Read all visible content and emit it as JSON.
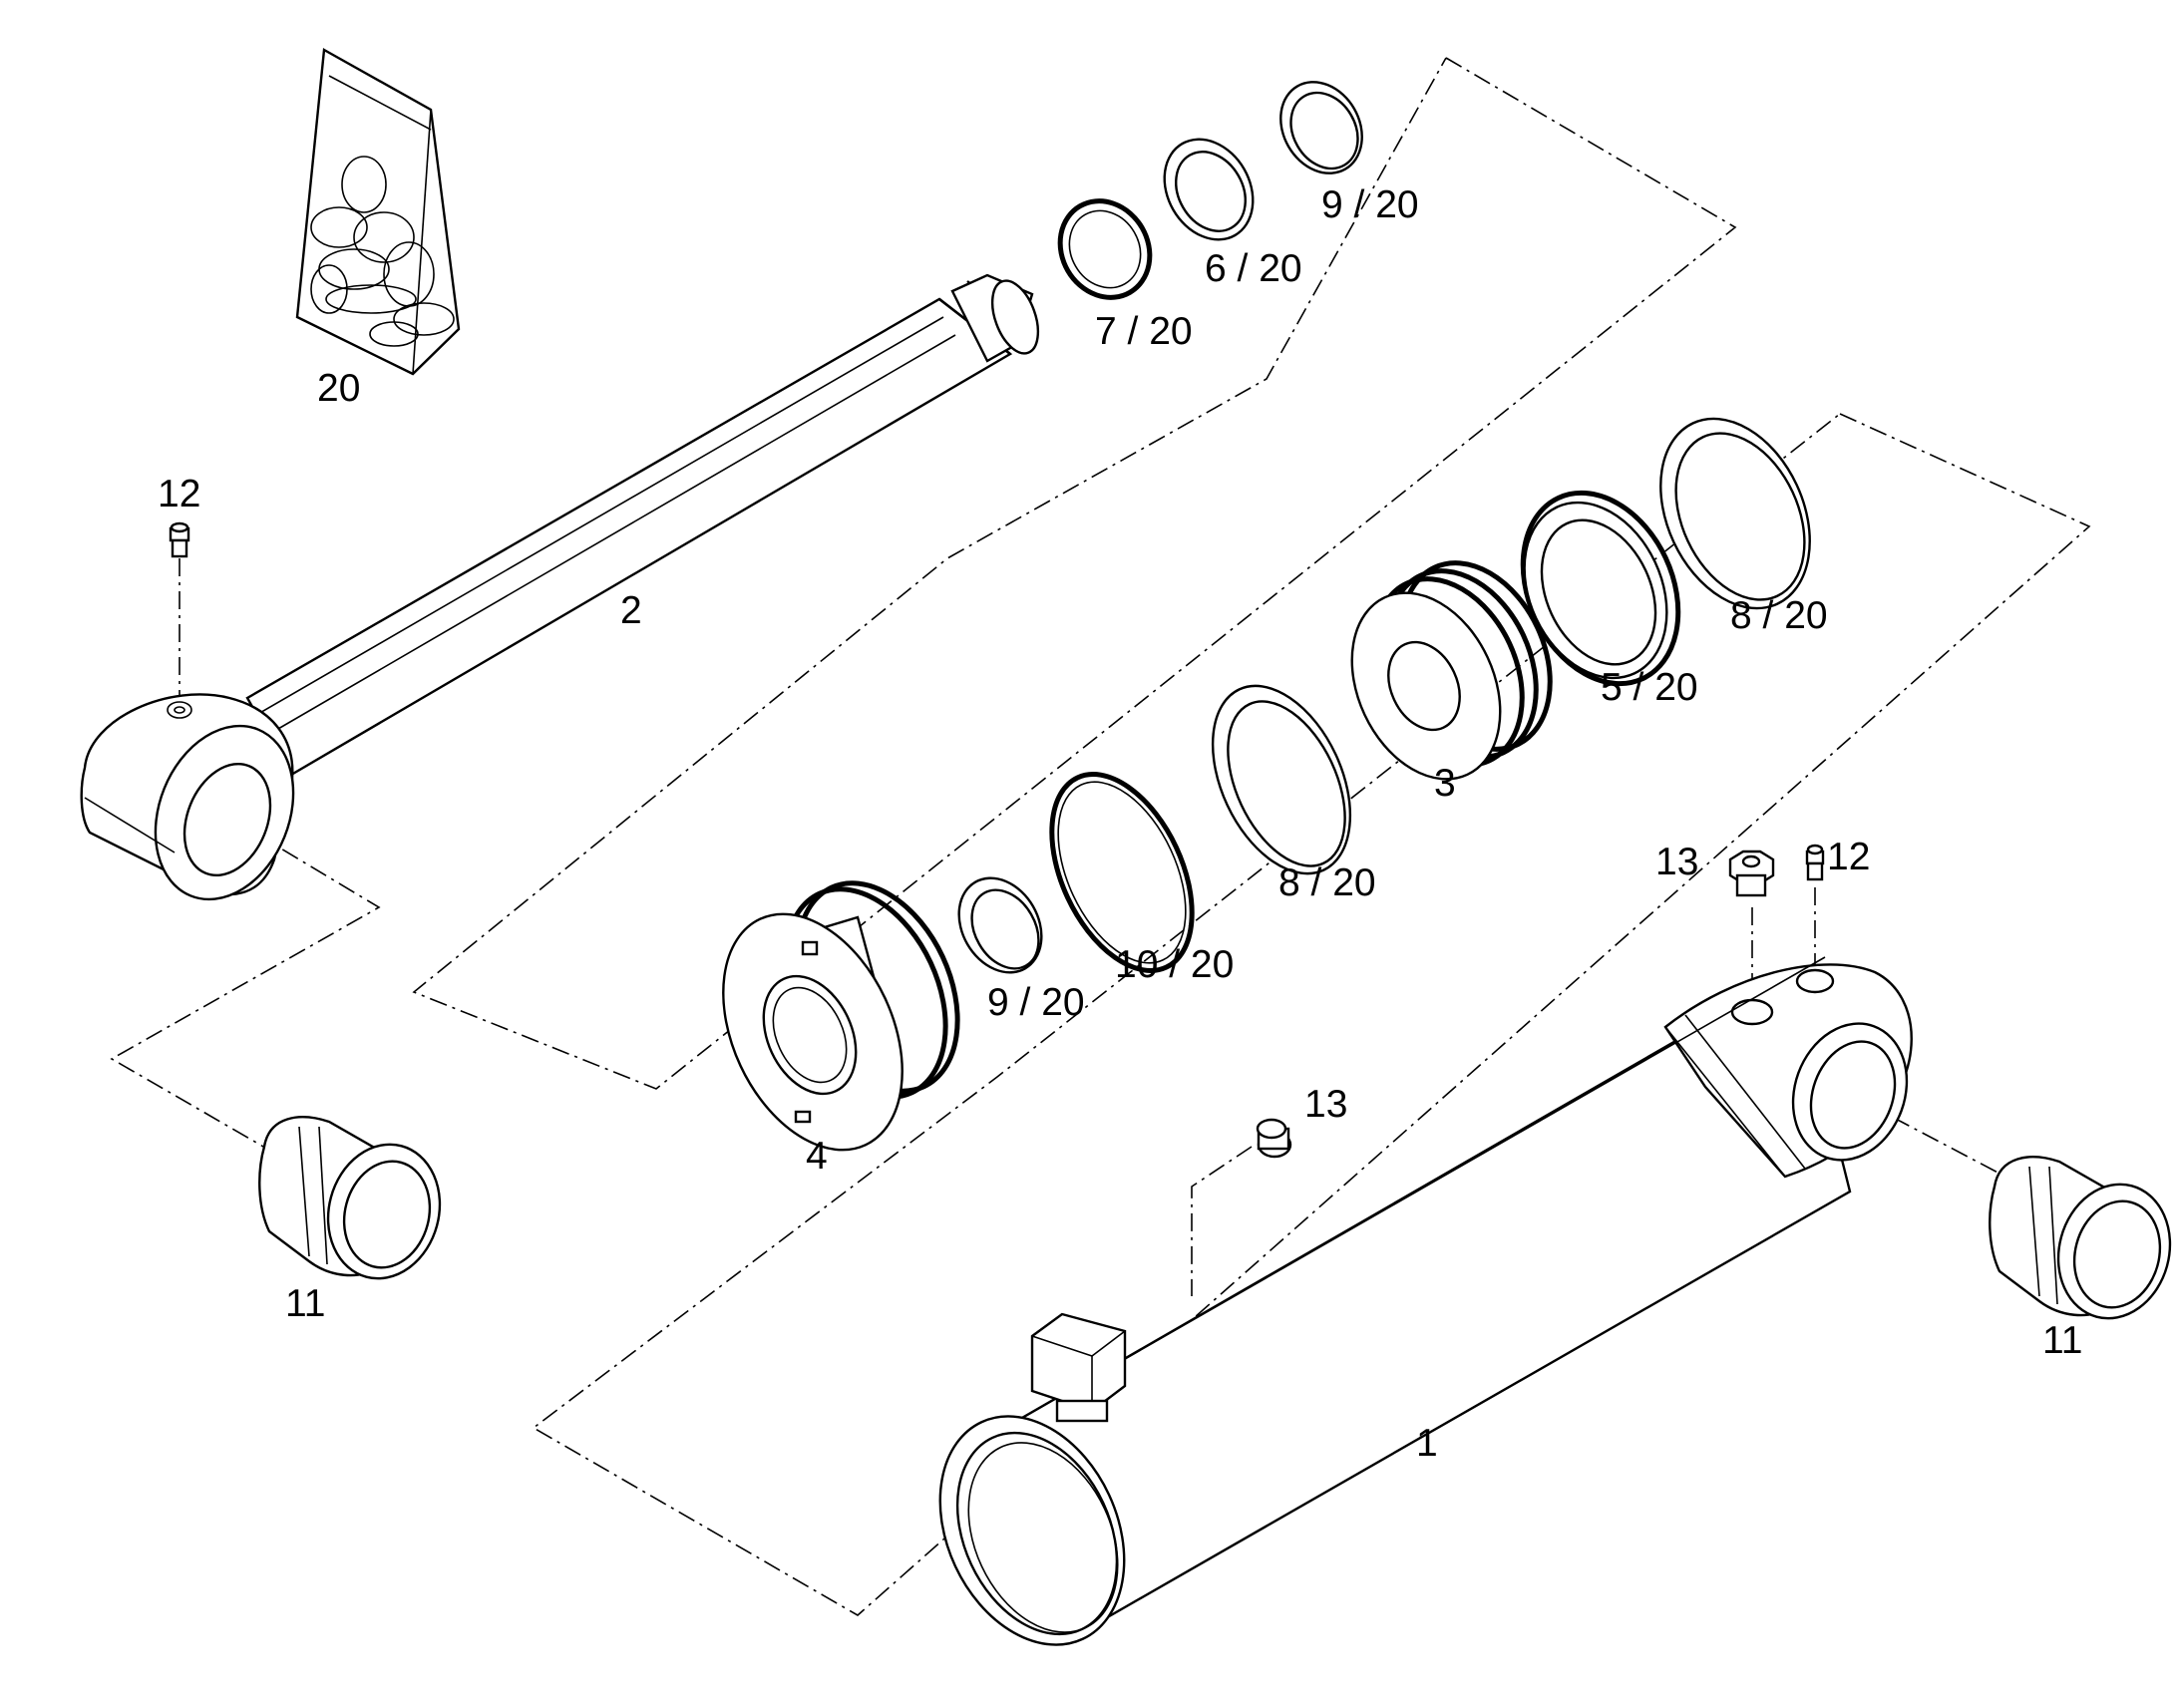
{
  "diagram": {
    "labels": {
      "bag": "20",
      "guide_ring_top": "9 / 20",
      "wiper_top": "6 / 20",
      "rod_seal_top": "7 / 20",
      "rod": "2",
      "grease_nipple_rod": "12",
      "guide_ring_right": "8 / 20",
      "piston_seal": "5 / 20",
      "piston": "3",
      "guide_ring_mid": "8 / 20",
      "o_ring": "10 / 20",
      "guide_ring_head": "9 / 20",
      "head": "4",
      "plug_top": "13",
      "grease_nipple_tube": "12",
      "plug_side": "13",
      "bushing_left": "11",
      "bushing_right": "11",
      "tube": "1"
    }
  }
}
